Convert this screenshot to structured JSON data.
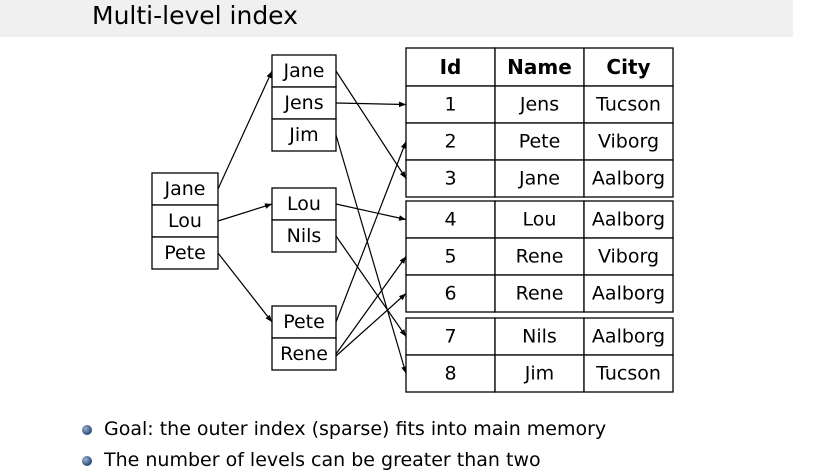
{
  "title": "Multi-level index",
  "outer_index": [
    "Jane",
    "Lou",
    "Pete"
  ],
  "inner_blocks": [
    [
      "Jane",
      "Jens",
      "Jim"
    ],
    [
      "Lou",
      "Nils"
    ],
    [
      "Pete",
      "Rene"
    ]
  ],
  "table": {
    "headers": [
      "Id",
      "Name",
      "City"
    ],
    "groups": [
      [
        [
          "1",
          "Jens",
          "Tucson"
        ],
        [
          "2",
          "Pete",
          "Viborg"
        ],
        [
          "3",
          "Jane",
          "Aalborg"
        ]
      ],
      [
        [
          "4",
          "Lou",
          "Aalborg"
        ],
        [
          "5",
          "Rene",
          "Viborg"
        ],
        [
          "6",
          "Rene",
          "Aalborg"
        ]
      ],
      [
        [
          "7",
          "Nils",
          "Aalborg"
        ],
        [
          "8",
          "Jim",
          "Tucson"
        ]
      ]
    ]
  },
  "bullets": [
    "Goal: the outer index (sparse) fits into main memory",
    "The number of levels can be greater than two"
  ]
}
